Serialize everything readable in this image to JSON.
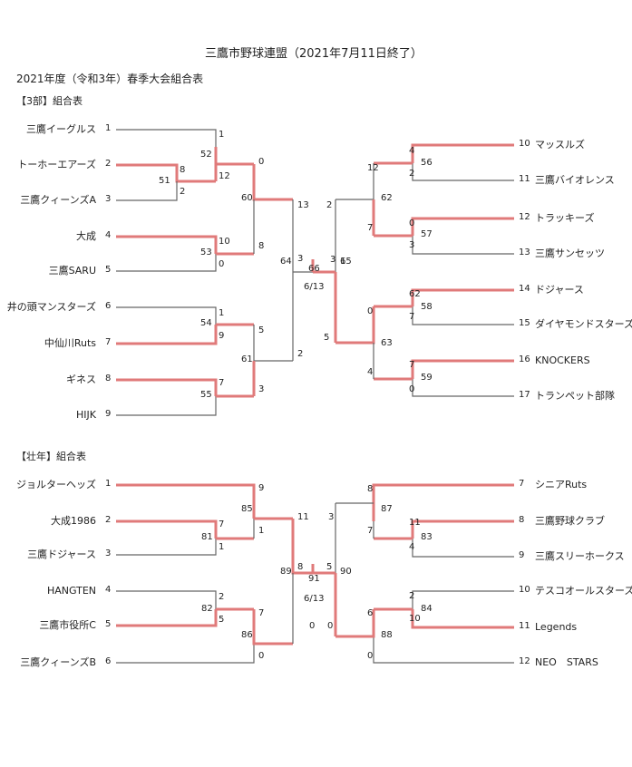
{
  "header": {
    "title": "三鷹市野球連盟（2021年7月11日終了）",
    "subtitle": "2021年度（令和3年）春季大会組合表"
  },
  "colors": {
    "win": "#e07a7a",
    "loss": "#666666"
  },
  "div3": {
    "section_label": "【3部】組合表",
    "left_teams": [
      {
        "no": "1",
        "name": "三鷹イーグルス"
      },
      {
        "no": "2",
        "name": "トーホーエアーズ"
      },
      {
        "no": "3",
        "name": "三鷹クィーンズA"
      },
      {
        "no": "4",
        "name": "大成"
      },
      {
        "no": "5",
        "name": "三鷹SARU"
      },
      {
        "no": "6",
        "name": "井の頭マンスターズ"
      },
      {
        "no": "7",
        "name": "中仙川Ruts"
      },
      {
        "no": "8",
        "name": "ギネス"
      },
      {
        "no": "9",
        "name": "HIJK"
      }
    ],
    "right_teams": [
      {
        "no": "10",
        "name": "マッスルズ"
      },
      {
        "no": "11",
        "name": "三鷹バイオレンス"
      },
      {
        "no": "12",
        "name": "トラッキーズ"
      },
      {
        "no": "13",
        "name": "三鷹サンセッツ"
      },
      {
        "no": "14",
        "name": "ドジャース"
      },
      {
        "no": "15",
        "name": "ダイヤモンドスターズ"
      },
      {
        "no": "16",
        "name": "KNOCKERS"
      },
      {
        "no": "17",
        "name": "トランペット部隊"
      }
    ],
    "games": [
      "51",
      "52",
      "53",
      "54",
      "55",
      "56",
      "57",
      "58",
      "59",
      "60",
      "61",
      "62",
      "63",
      "64",
      "65",
      "66"
    ],
    "scores": [
      "1",
      "8",
      "2",
      "12",
      "0",
      "10",
      "8",
      "0",
      "1",
      "9",
      "5",
      "7",
      "3",
      "13",
      "2",
      "3",
      "2",
      "12",
      "4",
      "2",
      "7",
      "0",
      "3",
      "62",
      "7",
      "0",
      "4",
      "7",
      "0",
      "5",
      "3",
      "1",
      "7",
      "2",
      "63"
    ],
    "final_date": "6/13"
  },
  "div_senior": {
    "section_label": "【壮年】組合表",
    "left_teams": [
      {
        "no": "1",
        "name": "ジョルターヘッズ"
      },
      {
        "no": "2",
        "name": "大成1986"
      },
      {
        "no": "3",
        "name": "三鷹ドジャース"
      },
      {
        "no": "4",
        "name": "HANGTEN"
      },
      {
        "no": "5",
        "name": "三鷹市役所C"
      },
      {
        "no": "6",
        "name": "三鷹クィーンズB"
      }
    ],
    "right_teams": [
      {
        "no": "7",
        "name": "シニアRuts"
      },
      {
        "no": "8",
        "name": "三鷹野球クラブ"
      },
      {
        "no": "9",
        "name": "三鷹スリーホークス"
      },
      {
        "no": "10",
        "name": "テスコオールスターズ"
      },
      {
        "no": "11",
        "name": "Legends"
      },
      {
        "no": "12",
        "name": "NEO　STARS"
      }
    ],
    "games": [
      "81",
      "82",
      "83",
      "84",
      "85",
      "86",
      "87",
      "88",
      "89",
      "90",
      "91"
    ],
    "scores": [
      "9",
      "7",
      "1",
      "1",
      "11",
      "2",
      "5",
      "7",
      "0",
      "8",
      "0",
      "8",
      "3",
      "7",
      "11",
      "4",
      "2",
      "10",
      "6",
      "0",
      "5",
      "0"
    ],
    "final_date": "6/13"
  }
}
